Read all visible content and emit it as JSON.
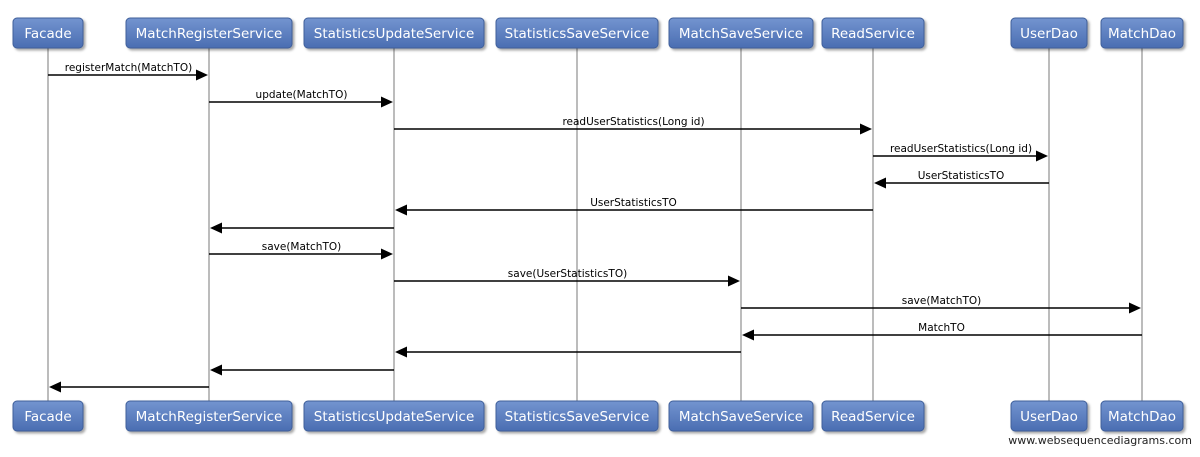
{
  "diagram": {
    "participants": [
      "Facade",
      "MatchRegisterService",
      "StatisticsUpdateService",
      "StatisticsSaveService",
      "MatchSaveService",
      "ReadService",
      "UserDao",
      "MatchDao"
    ],
    "messages": [
      {
        "from": 0,
        "to": 1,
        "label": "registerMatch(MatchTO)"
      },
      {
        "from": 1,
        "to": 2,
        "label": "update(MatchTO)"
      },
      {
        "from": 2,
        "to": 5,
        "label": "readUserStatistics(Long id)"
      },
      {
        "from": 5,
        "to": 6,
        "label": "readUserStatistics(Long id)"
      },
      {
        "from": 6,
        "to": 5,
        "label": "UserStatisticsTO"
      },
      {
        "from": 5,
        "to": 2,
        "label": "UserStatisticsTO"
      },
      {
        "from": 2,
        "to": 1,
        "label": ""
      },
      {
        "from": 1,
        "to": 2,
        "label": "save(MatchTO)"
      },
      {
        "from": 2,
        "to": 4,
        "label": "save(UserStatisticsTO)"
      },
      {
        "from": 4,
        "to": 7,
        "label": "save(MatchTO)"
      },
      {
        "from": 7,
        "to": 4,
        "label": "MatchTO"
      },
      {
        "from": 4,
        "to": 2,
        "label": ""
      },
      {
        "from": 2,
        "to": 1,
        "label": ""
      },
      {
        "from": 1,
        "to": 0,
        "label": ""
      }
    ],
    "colors": {
      "box_top": "#7394cf",
      "box_bottom": "#4a6db1",
      "box_border": "#3f5f9a",
      "lifeline": "#7a7a7a",
      "arrow": "#000000"
    }
  },
  "watermark": "www.websequencediagrams.com"
}
